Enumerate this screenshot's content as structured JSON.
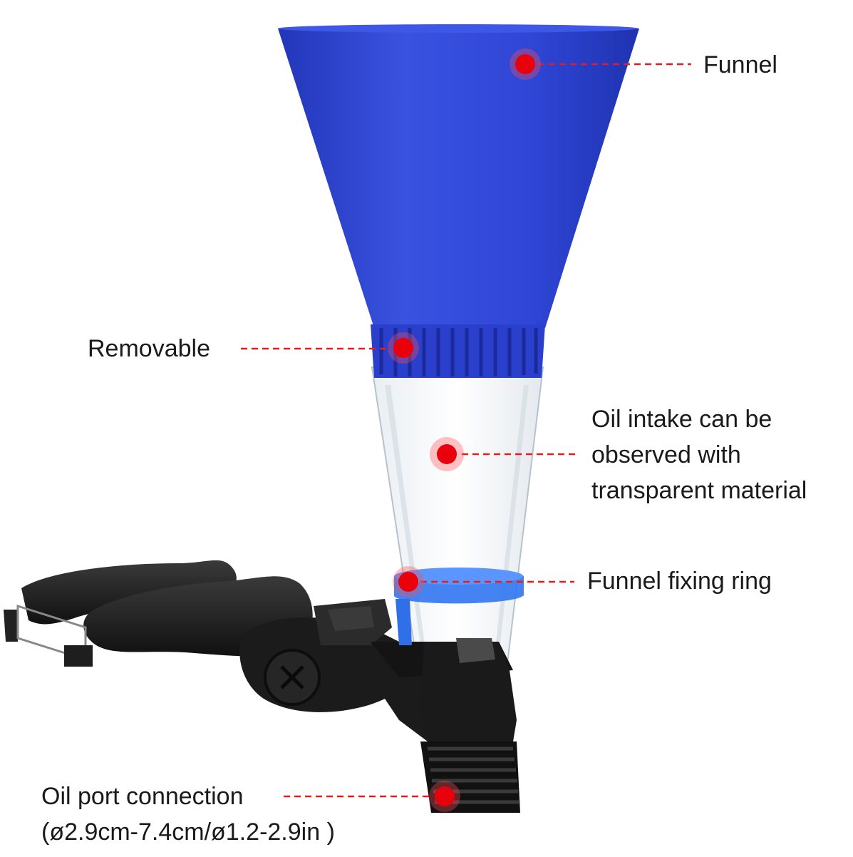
{
  "callouts": {
    "funnel": "Funnel",
    "removable": "Removable",
    "oil_intake": [
      "Oil intake can be",
      "observed with",
      "transparent material"
    ],
    "fixing_ring": "Funnel fixing ring",
    "oil_port": [
      "Oil port connection",
      "(ø2.9cm-7.4cm/ø1.2-2.9in )"
    ]
  },
  "colors": {
    "funnel_blue": "#2f46d6",
    "collar_blue": "#2a3fcc",
    "fixing_ring_blue": "#3478f0",
    "marker_red": "#e8000b",
    "leader_red": "#e02020",
    "clamp_black": "#1b1b1b"
  },
  "icons": {
    "marker": "red-dot-marker",
    "product": "oil-funnel-illustration"
  }
}
